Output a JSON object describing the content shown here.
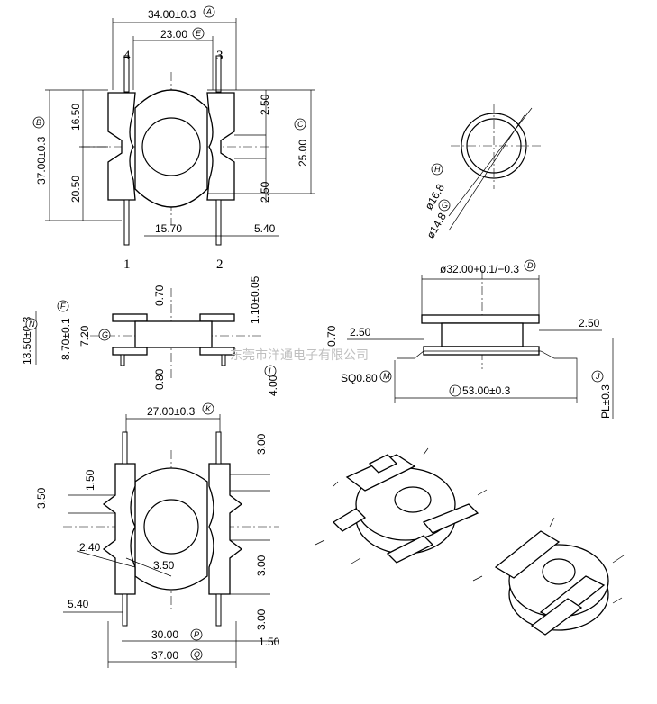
{
  "top_view": {
    "dim_width_total": "34.00±0.3",
    "tag_width_total": "A",
    "dim_width_inner": "23.00",
    "tag_width_inner": "E",
    "dim_height_total": "37.00±0.3",
    "tag_height_total": "B",
    "dim_upper": "16.50",
    "dim_lower": "20.50",
    "dim_slot_top": "2.50",
    "dim_slot_bottom": "2.50",
    "dim_core": "25.00",
    "tag_core": "C",
    "dim_center": "15.70",
    "dim_pin_offset": "5.40",
    "pin_1": "1",
    "pin_2": "2",
    "pin_3": "3",
    "pin_4": "4"
  },
  "tube_view": {
    "dim_outer": "ø16.8",
    "tag_outer": "H",
    "dim_inner": "ø14.8",
    "tag_inner": "G"
  },
  "side_view": {
    "dim_flange": "0.70",
    "dim_pin_thickness": "1.10±0.05",
    "dim_height": "13.50±0.3",
    "tag_height": "N",
    "dim_body": "8.70±0.1",
    "tag_body": "F",
    "dim_core": "7.20",
    "tag_core": "G",
    "dim_foot": "0.80",
    "dim_pin_length": "4.00",
    "tag_pin_length": "I"
  },
  "front_view": {
    "dim_top_width": "ø32.00+0.1/−0.3",
    "tag_top_width": "D",
    "dim_flange": "0.70",
    "dim_left_gap": "2.50",
    "dim_right_gap": "2.50",
    "dim_sq": "SQ0.80",
    "tag_sq": "M",
    "dim_total": "53.00±0.3",
    "tag_total": "L",
    "tag_pl": "J",
    "dim_pl": "PL±0.3"
  },
  "bottom_view": {
    "dim_width": "27.00±0.3",
    "tag_width": "K",
    "dim_top_pin": "3.00",
    "dim_side_a": "3.50",
    "dim_side_b": "1.50",
    "dim_angle_a": "2.40",
    "dim_angle_b": "3.50",
    "dim_pitch_a": "3.00",
    "dim_pitch_b": "3.00",
    "dim_pin_offset": "5.40",
    "dim_pin_width": "1.50",
    "dim_span": "30.00",
    "tag_span": "P",
    "dim_overall": "37.00",
    "tag_overall": "Q"
  },
  "watermark": "东莞市洋通电子有限公司"
}
